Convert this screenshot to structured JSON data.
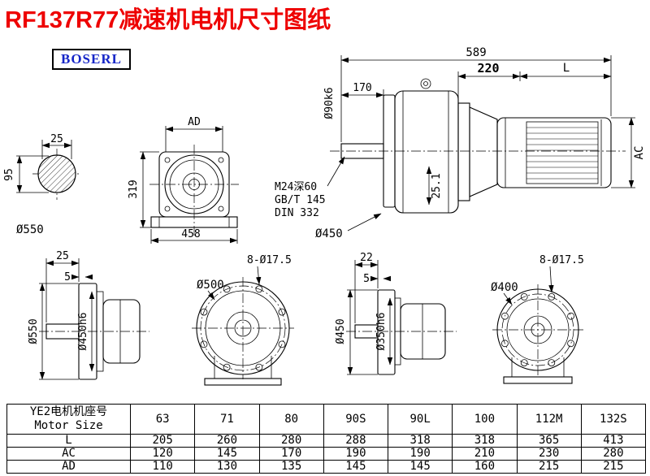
{
  "page": {
    "title": "RF137R77减速机电机尺寸图纸"
  },
  "logo": {
    "text": "BOSERL"
  },
  "colors": {
    "title_red": "#ee0000",
    "logo_blue": "#1626c8",
    "line_black": "#000000"
  },
  "views": {
    "shaft_end": {
      "width": "25",
      "height": "95",
      "diameter": "Ø550"
    },
    "gearbox_front": {
      "dim_ad": "AD",
      "dim_height": "319",
      "dim_width": "458"
    },
    "assembly_side": {
      "overall_length": "589",
      "adapter_length": "220",
      "motor_length": "L",
      "shaft_length": "170",
      "shaft_diameter": "Ø90k6",
      "note_thread": "M24深60",
      "note_standard_1": "GB/T 145",
      "note_standard_2": "DIN 332",
      "key_dim": "25.1",
      "flange_diameter": "Ø450",
      "motor_diameter": "AC"
    },
    "flange_side_large": {
      "dim_a": "25",
      "dim_b": "5",
      "flange_od": "Ø550",
      "spigot": "Ø450h6"
    },
    "flange_face_large": {
      "bolt_holes": "8-Ø17.5",
      "bolt_circle": "Ø500"
    },
    "flange_side_small": {
      "dim_a": "22",
      "dim_b": "5",
      "flange_od": "Ø450",
      "spigot": "Ø350h6"
    },
    "flange_face_small": {
      "bolt_holes": "8-Ø17.5",
      "bolt_circle": "Ø400"
    }
  },
  "table": {
    "header": {
      "line1": "YE2电机机座号",
      "line2": "Motor Size"
    },
    "sizes": [
      "63",
      "71",
      "80",
      "90S",
      "90L",
      "100",
      "112M",
      "132S"
    ],
    "rows": [
      {
        "label": "L",
        "values": [
          "205",
          "260",
          "280",
          "288",
          "318",
          "318",
          "365",
          "413"
        ]
      },
      {
        "label": "AC",
        "values": [
          "120",
          "145",
          "170",
          "190",
          "190",
          "210",
          "230",
          "280"
        ]
      },
      {
        "label": "AD",
        "values": [
          "110",
          "130",
          "135",
          "145",
          "145",
          "160",
          "215",
          "215"
        ]
      }
    ]
  }
}
